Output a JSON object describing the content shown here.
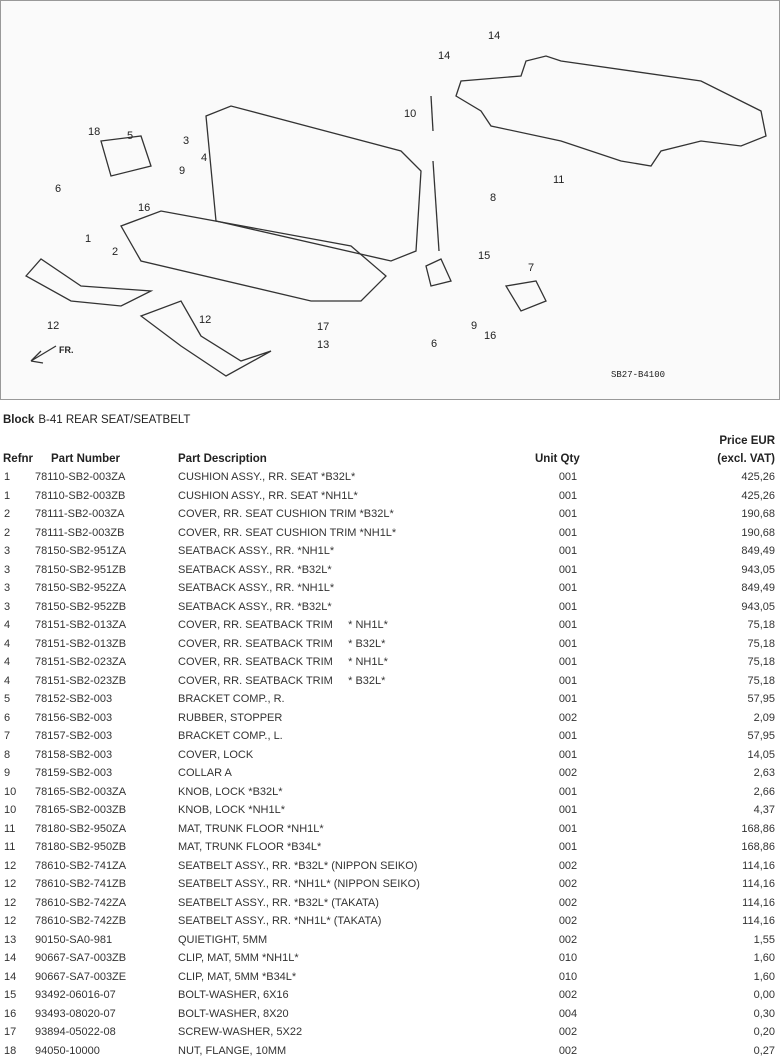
{
  "diagram": {
    "code": "SB27-B4100",
    "direction_label": "FR.",
    "callouts": [
      "14",
      "14",
      "10",
      "11",
      "3",
      "4",
      "18",
      "5",
      "6",
      "9",
      "16",
      "1",
      "2",
      "8",
      "15",
      "7",
      "12",
      "12",
      "17",
      "13",
      "9",
      "16",
      "6"
    ]
  },
  "block": {
    "label": "Block",
    "title": "B-41 REAR SEAT/SEATBELT"
  },
  "columns": {
    "refnr": "Refnr",
    "part_number": "Part Number",
    "description": "Part Description",
    "qty": "Unit Qty",
    "price_line1": "Price EUR",
    "price_line2": "(excl. VAT)"
  },
  "rows": [
    [
      "1",
      "78110-SB2-003ZA",
      "CUSHION ASSY., RR. SEAT *B32L*",
      "001",
      "425,26"
    ],
    [
      "1",
      "78110-SB2-003ZB",
      "CUSHION ASSY., RR. SEAT *NH1L*",
      "001",
      "425,26"
    ],
    [
      "2",
      "78111-SB2-003ZA",
      "COVER, RR. SEAT CUSHION TRIM *B32L*",
      "001",
      "190,68"
    ],
    [
      "2",
      "78111-SB2-003ZB",
      "COVER, RR. SEAT CUSHION TRIM *NH1L*",
      "001",
      "190,68"
    ],
    [
      "3",
      "78150-SB2-951ZA",
      "SEATBACK ASSY., RR. *NH1L*",
      "001",
      "849,49"
    ],
    [
      "3",
      "78150-SB2-951ZB",
      "SEATBACK ASSY., RR. *B32L*",
      "001",
      "943,05"
    ],
    [
      "3",
      "78150-SB2-952ZA",
      "SEATBACK ASSY., RR. *NH1L*",
      "001",
      "849,49"
    ],
    [
      "3",
      "78150-SB2-952ZB",
      "SEATBACK ASSY., RR. *B32L*",
      "001",
      "943,05"
    ],
    [
      "4",
      "78151-SB2-013ZA",
      "COVER, RR. SEATBACK TRIM     * NH1L*",
      "001",
      "75,18"
    ],
    [
      "4",
      "78151-SB2-013ZB",
      "COVER, RR. SEATBACK TRIM     * B32L*",
      "001",
      "75,18"
    ],
    [
      "4",
      "78151-SB2-023ZA",
      "COVER, RR. SEATBACK TRIM     * NH1L*",
      "001",
      "75,18"
    ],
    [
      "4",
      "78151-SB2-023ZB",
      "COVER, RR. SEATBACK TRIM     * B32L*",
      "001",
      "75,18"
    ],
    [
      "5",
      "78152-SB2-003",
      "BRACKET COMP., R.",
      "001",
      "57,95"
    ],
    [
      "6",
      "78156-SB2-003",
      "RUBBER, STOPPER",
      "002",
      "2,09"
    ],
    [
      "7",
      "78157-SB2-003",
      "BRACKET COMP., L.",
      "001",
      "57,95"
    ],
    [
      "8",
      "78158-SB2-003",
      "COVER, LOCK",
      "001",
      "14,05"
    ],
    [
      "9",
      "78159-SB2-003",
      "COLLAR A",
      "002",
      "2,63"
    ],
    [
      "10",
      "78165-SB2-003ZA",
      "KNOB, LOCK *B32L*",
      "001",
      "2,66"
    ],
    [
      "10",
      "78165-SB2-003ZB",
      "KNOB, LOCK *NH1L*",
      "001",
      "4,37"
    ],
    [
      "11",
      "78180-SB2-950ZA",
      "MAT, TRUNK FLOOR *NH1L*",
      "001",
      "168,86"
    ],
    [
      "11",
      "78180-SB2-950ZB",
      "MAT, TRUNK FLOOR *B34L*",
      "001",
      "168,86"
    ],
    [
      "12",
      "78610-SB2-741ZA",
      "SEATBELT ASSY., RR. *B32L* (NIPPON SEIKO)",
      "002",
      "114,16"
    ],
    [
      "12",
      "78610-SB2-741ZB",
      "SEATBELT ASSY., RR. *NH1L* (NIPPON SEIKO)",
      "002",
      "114,16"
    ],
    [
      "12",
      "78610-SB2-742ZA",
      "SEATBELT ASSY., RR. *B32L* (TAKATA)",
      "002",
      "114,16"
    ],
    [
      "12",
      "78610-SB2-742ZB",
      "SEATBELT ASSY., RR. *NH1L* (TAKATA)",
      "002",
      "114,16"
    ],
    [
      "13",
      "90150-SA0-981",
      "QUIETIGHT, 5MM",
      "002",
      "1,55"
    ],
    [
      "14",
      "90667-SA7-003ZB",
      "CLIP, MAT, 5MM *NH1L*",
      "010",
      "1,60"
    ],
    [
      "14",
      "90667-SA7-003ZE",
      "CLIP, MAT, 5MM *B34L*",
      "010",
      "1,60"
    ],
    [
      "15",
      "93492-06016-07",
      "BOLT-WASHER, 6X16",
      "002",
      "0,00"
    ],
    [
      "16",
      "93493-08020-07",
      "BOLT-WASHER, 8X20",
      "004",
      "0,30"
    ],
    [
      "17",
      "93894-05022-08",
      "SCREW-WASHER, 5X22",
      "002",
      "0,20"
    ],
    [
      "18",
      "94050-10000",
      "NUT, FLANGE, 10MM",
      "002",
      "0,27"
    ]
  ]
}
